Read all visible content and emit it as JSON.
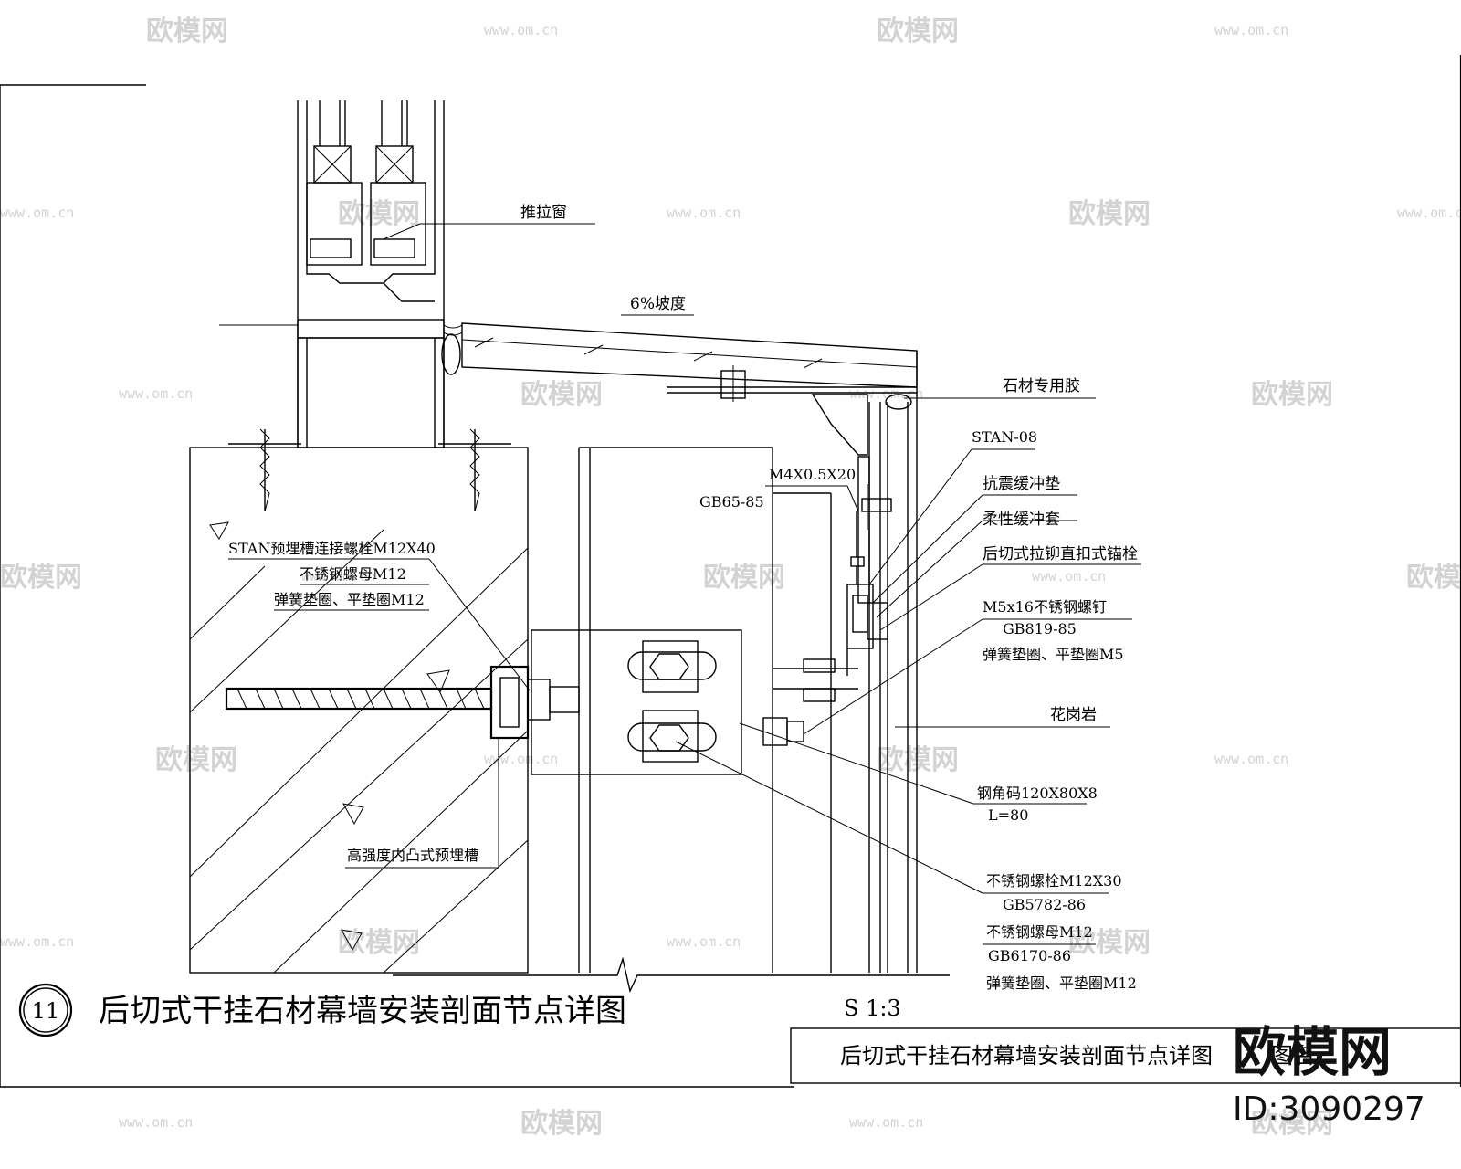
{
  "drawing": {
    "window_label": "推拉窗",
    "slope_label": "6%坡度",
    "stone_glue": "石材专用胶",
    "stan08": "STAN-08",
    "m4": "M4X0.5X20",
    "gb65": "GB65-85",
    "buffer_pad": "抗震缓冲垫",
    "flex_sleeve": "柔性缓冲套",
    "anchor": "后切式拉铆直扣式锚栓",
    "screw": "M5x16不锈钢螺钉",
    "gb819": "GB819-85",
    "washer_m5": "弹簧垫圈、平垫圈M5",
    "granite": "花岗岩",
    "steel_corner": "钢角码120X80X8",
    "l80": "L=80",
    "bolt_m12x30": "不锈钢螺栓M12X30",
    "gb5782": "GB5782-86",
    "nut_m12_b": "不锈钢螺母M12",
    "gb6170": "GB6170-86",
    "washer_m12_b": "弹簧垫圈、平垫圈M12",
    "stan_bolt": "STAN预埋槽连接螺栓M12X40",
    "nut_m12_a": "不锈钢螺母M12",
    "washer_m12_a": "弹簧垫圈、平垫圈M12",
    "embed_slot": "高强度内凸式预埋槽",
    "detail_no": "11",
    "detail_title": "后切式干挂石材幕墙安装剖面节点详图",
    "scale": "S 1:3",
    "title_block": "后切式干挂石材幕墙安装剖面节点详图",
    "title_block_right": "图名"
  },
  "watermark": {
    "brand": "欧模网",
    "url": "www.om.cn",
    "id": "ID:3090297"
  }
}
